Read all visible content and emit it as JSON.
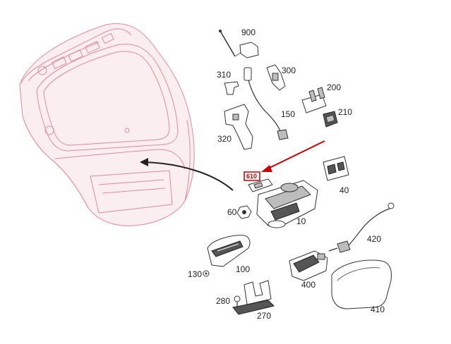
{
  "diagram": {
    "part_labels": {
      "p900": "900",
      "p310": "310",
      "p300": "300",
      "p200": "200",
      "p150": "150",
      "p210": "210",
      "p320": "320",
      "p610": "610",
      "p40": "40",
      "p60": "60",
      "p10": "10",
      "p420": "420",
      "p100": "100",
      "p130": "130",
      "p400": "400",
      "p280": "280",
      "p410": "410",
      "p270": "270"
    },
    "highlighted_part": "610",
    "colors": {
      "tailgate_outline": "#e08a9a",
      "highlight": "#cc0000",
      "parts": "#333333"
    }
  }
}
